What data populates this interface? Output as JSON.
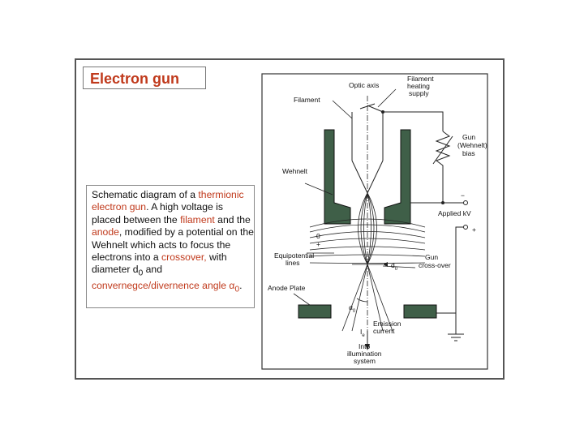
{
  "slide": {
    "title": "Electron gun",
    "description": {
      "p1": "Schematic diagram of a ",
      "h1": "thermionic electron gun",
      "p2": ". A high voltage is placed between the ",
      "h2": "filament",
      "p3": " and the ",
      "h3": "anode",
      "p4": ", modified by a potential on the Wehnelt which acts to focus the electrons into a ",
      "h4": "crossover,",
      "p5": " with diameter d",
      "sub1": "0",
      "p6": " and ",
      "h5": "convernegce/divernence angle α",
      "sub2": "0",
      "p7": "."
    }
  },
  "diagram": {
    "labels": {
      "optic_axis": "Optic axis",
      "filament_heating_1": "Filament",
      "filament_heating_2": "heating",
      "filament_heating_3": "supply",
      "filament": "Filament",
      "gun_bias_1": "Gun",
      "gun_bias_2": "(Wehnelt)",
      "gun_bias_3": "bias",
      "wehnelt": "Wehnelt",
      "minus": "−",
      "applied_kv": "Applied kV",
      "zero": "0",
      "plus": "+",
      "plus_right": "+",
      "equipotential_1": "Equipotential",
      "equipotential_2": "lines",
      "d0": "d",
      "d0_sub": "0",
      "gun_crossover_1": "Gun",
      "gun_crossover_2": "cross-over",
      "anode_plate": "Anode Plate",
      "alpha0": "α",
      "alpha0_sub": "0",
      "emission_1": "Emission",
      "emission_2": "current",
      "ie": "I",
      "ie_sub": "e",
      "into_1": "Into",
      "into_2": "illumination",
      "into_3": "system"
    }
  }
}
